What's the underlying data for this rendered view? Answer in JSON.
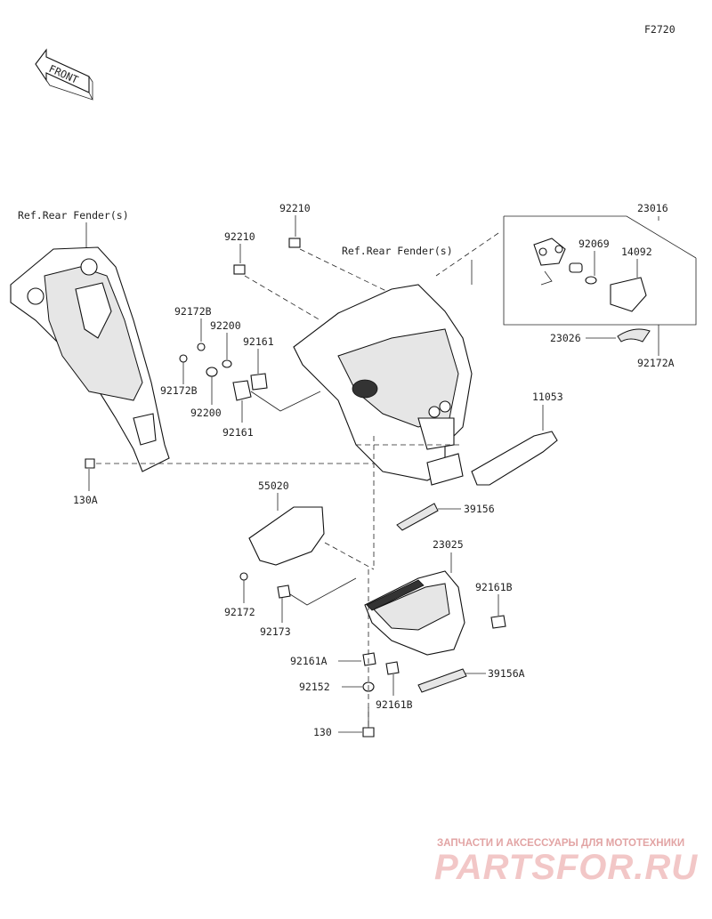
{
  "figure_code": "F2720",
  "front_label": "FRONT",
  "refs": {
    "left": "Ref.Rear Fender(s)",
    "right": "Ref.Rear Fender(s)"
  },
  "labels": {
    "p23016": "23016",
    "p92069": "92069",
    "p14092": "14092",
    "p23026": "23026",
    "p92172A": "92172A",
    "p92210a": "92210",
    "p92210b": "92210",
    "p92172B_top": "92172B",
    "p92200_top": "92200",
    "p92161_top": "92161",
    "p92172B_bot": "92172B",
    "p92200_bot": "92200",
    "p92161_bot": "92161",
    "p11053": "11053",
    "p130A": "130A",
    "p55020": "55020",
    "p39156": "39156",
    "p23025": "23025",
    "p92161B_right": "92161B",
    "p92172": "92172",
    "p92173": "92173",
    "p92161A": "92161A",
    "p39156A": "39156A",
    "p92152": "92152",
    "p92161B_bot": "92161B",
    "p130": "130"
  },
  "watermark": {
    "line1": "ЗАПЧАСТИ И АКСЕССУАРЫ ДЛЯ МОТОТЕХНИКИ",
    "line2": "PARTSFOR.RU"
  }
}
